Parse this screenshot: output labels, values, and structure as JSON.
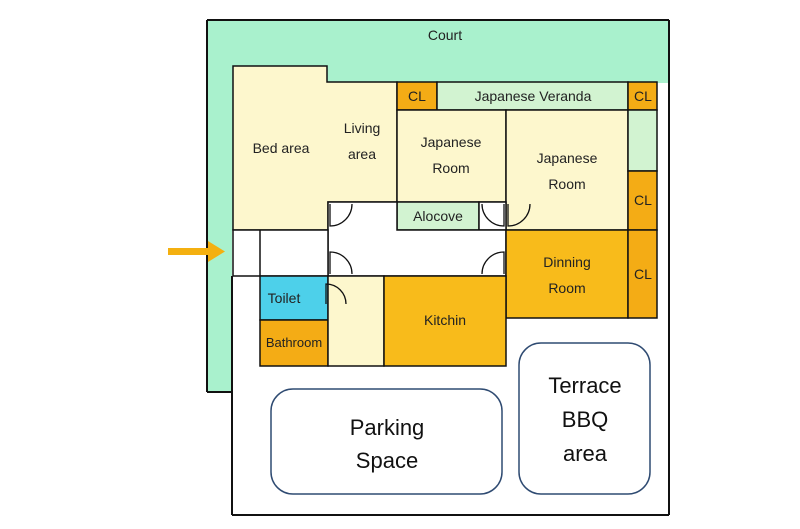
{
  "colors": {
    "court": "#a9f1cd",
    "room_yellow": "#fdf7cd",
    "veranda": "#d2f3d1",
    "closet": "#f4ac15",
    "kitchen": "#f8bb1b",
    "toilet": "#4dd0ea",
    "hall": "#ffffff",
    "wall": "#111111",
    "arrow": "#f4b010",
    "outline": "#2f4b72"
  },
  "labels": {
    "court": "Court",
    "cl_top_left": "CL",
    "japanese_veranda": "Japanese Veranda",
    "cl_top_right": "CL",
    "bed_area": "Bed area",
    "living_area_1": "Living",
    "living_area_2": "area",
    "japanese_room_1a": "Japanese",
    "japanese_room_1b": "Room",
    "japanese_room_2a": "Japanese",
    "japanese_room_2b": "Room",
    "cl_right_upper": "CL",
    "alcove": "Alocove",
    "dinning_room_1": "Dinning",
    "dinning_room_2": "Room",
    "cl_right_lower": "CL",
    "toilet": "Toilet",
    "kitchin": "Kitchin",
    "bathroom": "Bathroom",
    "parking_1": "Parking",
    "parking_2": "Space",
    "terrace_1": "Terrace",
    "terrace_2": "BBQ",
    "terrace_3": "area"
  },
  "icons": {
    "entrance": "entrance-arrow-icon"
  }
}
